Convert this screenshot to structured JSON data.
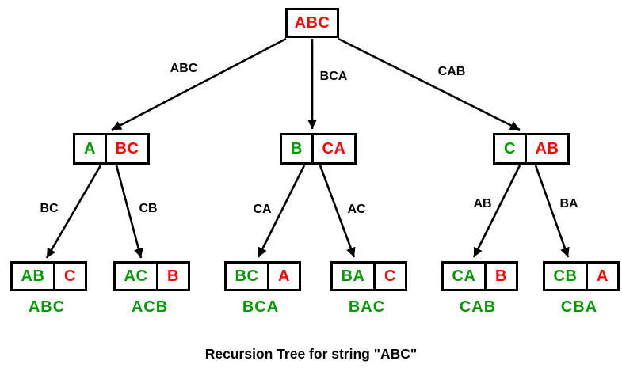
{
  "caption": "Recursion Tree for string \"ABC\"",
  "colors": {
    "fixed_prefix_green": "#009900",
    "remaining_red": "#ff0000",
    "edge_black": "#000000",
    "background": "#ffffff"
  },
  "root": {
    "label": "ABC"
  },
  "edges_level1": [
    "ABC",
    "BCA",
    "CAB"
  ],
  "nodes_level2": [
    {
      "fixed": "A",
      "remaining": "BC"
    },
    {
      "fixed": "B",
      "remaining": "CA"
    },
    {
      "fixed": "C",
      "remaining": "AB"
    }
  ],
  "edges_level2": [
    "BC",
    "CB",
    "CA",
    "AC",
    "AB",
    "BA"
  ],
  "leaves": [
    {
      "fixed": "AB",
      "remaining": "C",
      "permutation": "ABC"
    },
    {
      "fixed": "AC",
      "remaining": "B",
      "permutation": "ACB"
    },
    {
      "fixed": "BC",
      "remaining": "A",
      "permutation": "BCA"
    },
    {
      "fixed": "BA",
      "remaining": "C",
      "permutation": "BAC"
    },
    {
      "fixed": "CA",
      "remaining": "B",
      "permutation": "CAB"
    },
    {
      "fixed": "CB",
      "remaining": "A",
      "permutation": "CBA"
    }
  ]
}
